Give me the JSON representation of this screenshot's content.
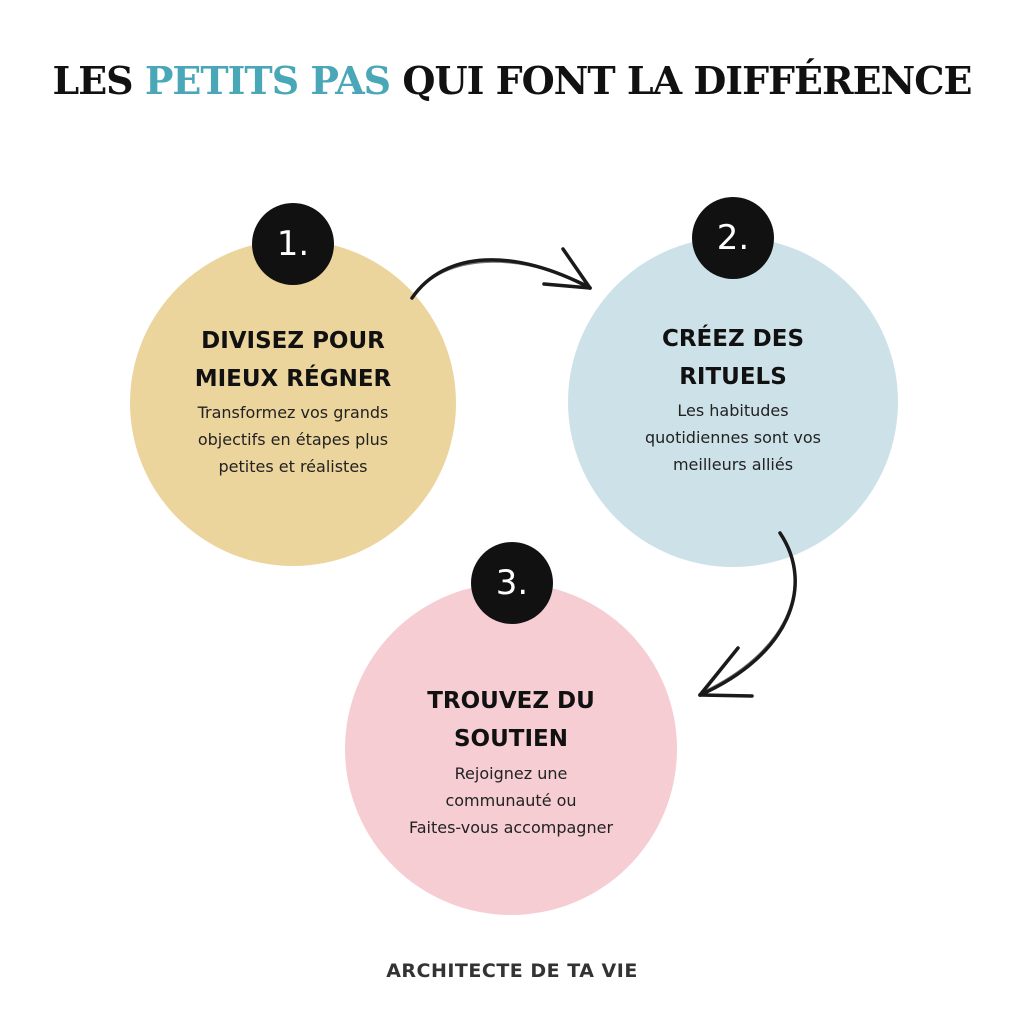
{
  "title": {
    "before": "LES ",
    "highlight": "PETITS PAS",
    "after": " QUI FONT LA DIFFÉRENCE",
    "highlight_color": "#4aa7b8"
  },
  "steps": [
    {
      "number": "1.",
      "heading": "DIVISEZ POUR\nMIEUX RÉGNER",
      "description": "Transformez vos grands\nobjectifs en étapes plus\npetites et réalistes",
      "color": "#ecd59d"
    },
    {
      "number": "2.",
      "heading": "CRÉEZ DES\nRITUELS",
      "description": "Les habitudes\nquotidiennes sont vos\nmeilleurs alliés",
      "color": "#cde2e8"
    },
    {
      "number": "3.",
      "heading": "TROUVEZ DU\nSOUTIEN",
      "description": "Rejoignez une\ncommunauté ou\nFaites-vous accompagner",
      "color": "#f5cdd3"
    }
  ],
  "footer": "ARCHITECTE DE TA VIE"
}
